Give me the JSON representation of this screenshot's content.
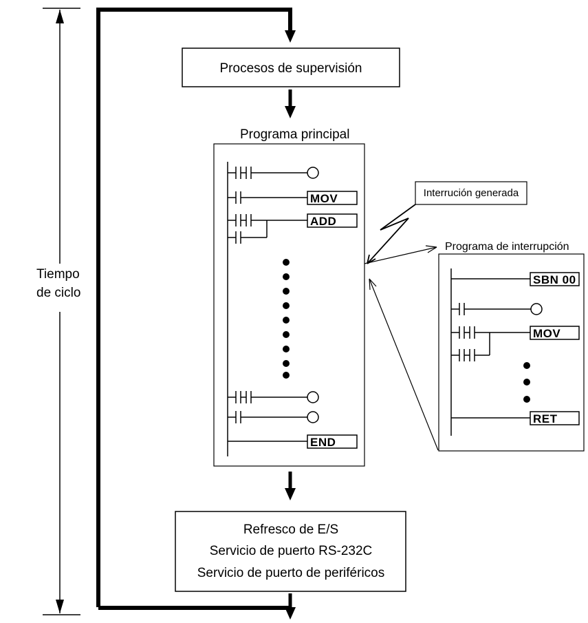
{
  "cycle": {
    "label_line1": "Tiempo",
    "label_line2": "de ciclo"
  },
  "boxes": {
    "supervision": "Procesos de supervisión",
    "refresh_line1": "Refresco de E/S",
    "refresh_line2": "Servicio de puerto RS-232C",
    "refresh_line3": "Servicio de puerto de periféricos"
  },
  "main_program": {
    "title": "Programa principal",
    "instr_mov": "MOV",
    "instr_add": "ADD",
    "instr_end": "END"
  },
  "interrupt": {
    "callout": "Interrución generada",
    "title": "Programa de interrupción",
    "instr_sbn": "SBN 00",
    "instr_mov": "MOV",
    "instr_ret": "RET"
  }
}
